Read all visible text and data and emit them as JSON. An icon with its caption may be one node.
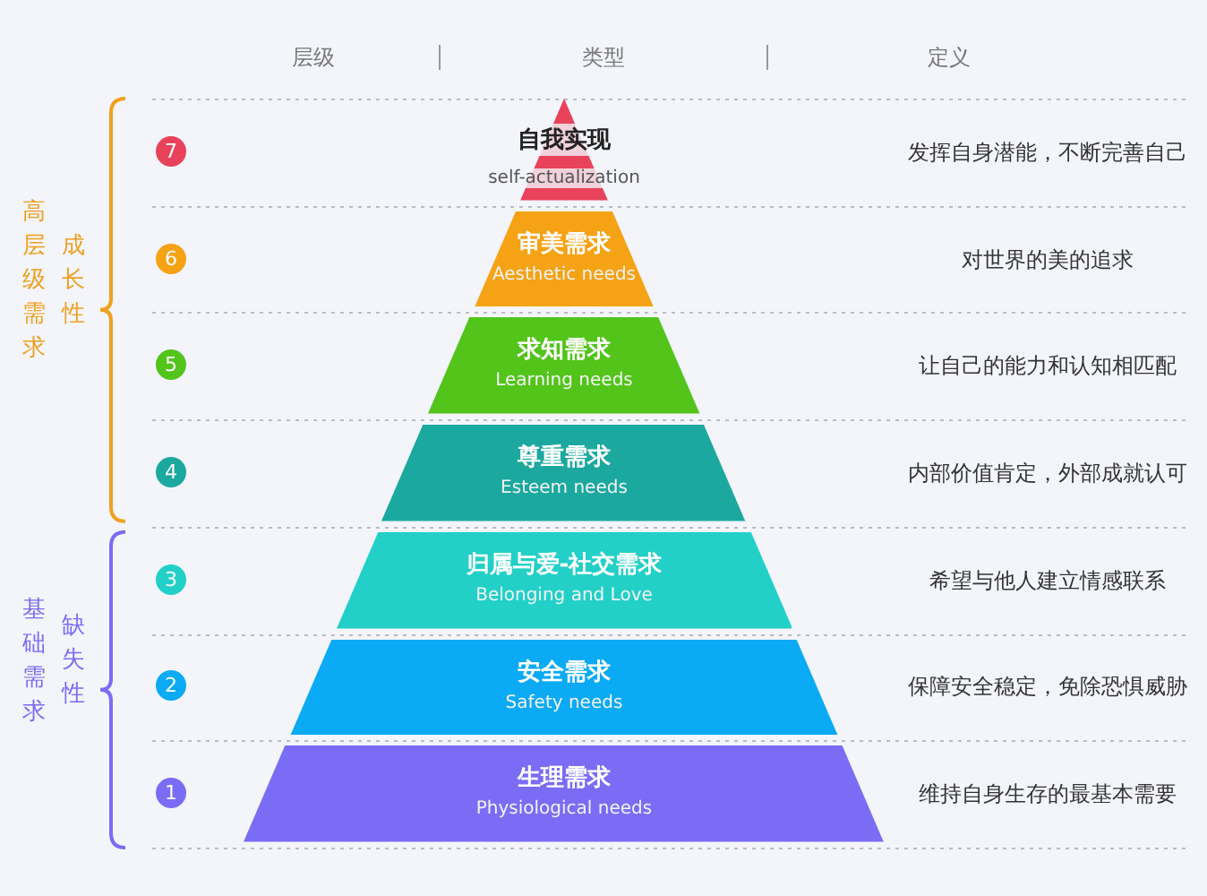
{
  "diagram": {
    "nodes": [
      {
        "text": [
          "7"
        ]
      },
      {
        "text": [
          "自我实现",
          "self-actualization"
        ]
      },
      {
        "text": [
          "6"
        ]
      },
      {
        "text": [
          "审美需求",
          "Aesthetic needs"
        ]
      },
      {
        "text": [
          "5"
        ]
      },
      {
        "text": [
          "求知需求",
          "Learning needs"
        ]
      },
      {
        "text": [
          "4"
        ]
      },
      {
        "text": [
          "尊重需求",
          "Esteem needs"
        ]
      },
      {
        "text": [
          "3"
        ]
      },
      {
        "text": [
          "归属与爱-社交需求",
          "Belonging and Love"
        ]
      },
      {
        "text": [
          "2"
        ]
      },
      {
        "text": [
          "安全需求",
          "Safety needs"
        ]
      },
      {
        "text": [
          "1"
        ]
      },
      {
        "text": [
          "生理需求",
          "Physiological needs"
        ]
      }
    ],
    "labels": [
      "层级",
      "类型",
      "定义",
      "发挥自身潜能，不断完善自己",
      "对世界的美的追求",
      "让自己的能力和认知相匹配",
      "内部价值肯定，外部成就认可",
      "希望与他人建立情感联系",
      "保障安全稳定，免除恐惧威胁",
      "维持自身生存的最基本需要",
      "高层级需求",
      "成长性",
      "基础需求",
      "缺失性"
    ]
  }
}
